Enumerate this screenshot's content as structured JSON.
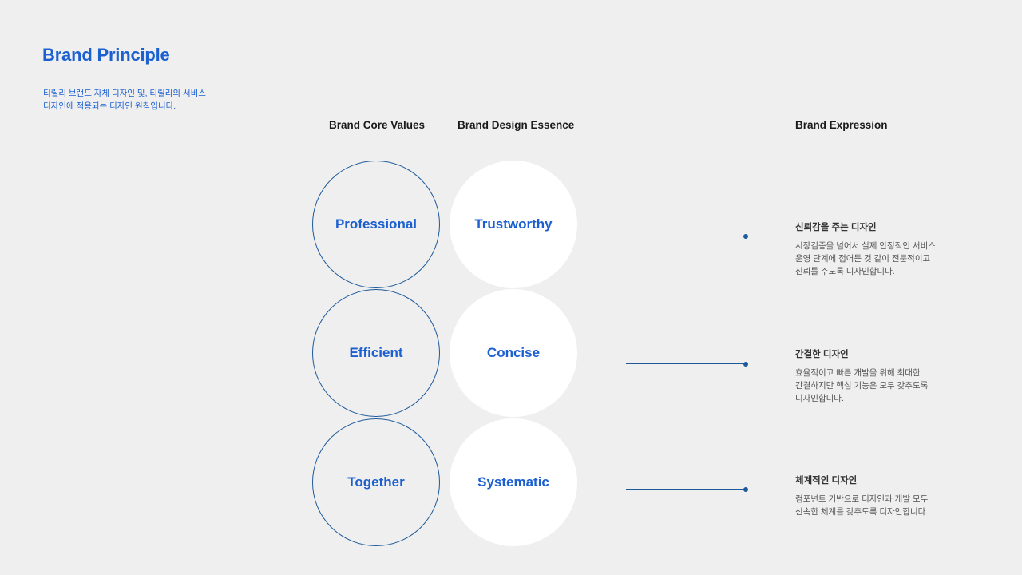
{
  "header": {
    "title": "Brand Principle",
    "subtitle_lines": [
      "티릴리 브랜드 자체 디자인 및, 티릴리의 서비스",
      "디자인에 적용되는 디자인 원칙입니다."
    ]
  },
  "columns": {
    "core_values": "Brand Core Values",
    "design_essence": "Brand Design Essence",
    "expression": "Brand Expression"
  },
  "rows": [
    {
      "value": "Professional",
      "essence": "Trustworthy",
      "expression_title": "신뢰감을 주는 디자인",
      "expression_lines": [
        "시장검증을 넘어서 실제 안정적인 서비스",
        "운영 단계에 접어든 것 같이 전문적이고",
        "신뢰를 주도록 디자인합니다."
      ]
    },
    {
      "value": "Efficient",
      "essence": "Concise",
      "expression_title": "간결한 디자인",
      "expression_lines": [
        "효율적이고 빠른 개발을 위해 최대한",
        "간결하지만 핵심 기능은 모두 갖추도록",
        "디자인합니다."
      ]
    },
    {
      "value": "Together",
      "essence": "Systematic",
      "expression_title": "체계적인 디자인",
      "expression_lines": [
        "컴포넌트 기반으로 디자인과 개발 모두",
        "신속한 체계를 갖추도록 디자인합니다."
      ]
    }
  ],
  "colors": {
    "accent": "#1b5fd1",
    "outline": "#1e5a9a",
    "background": "#efefef"
  }
}
